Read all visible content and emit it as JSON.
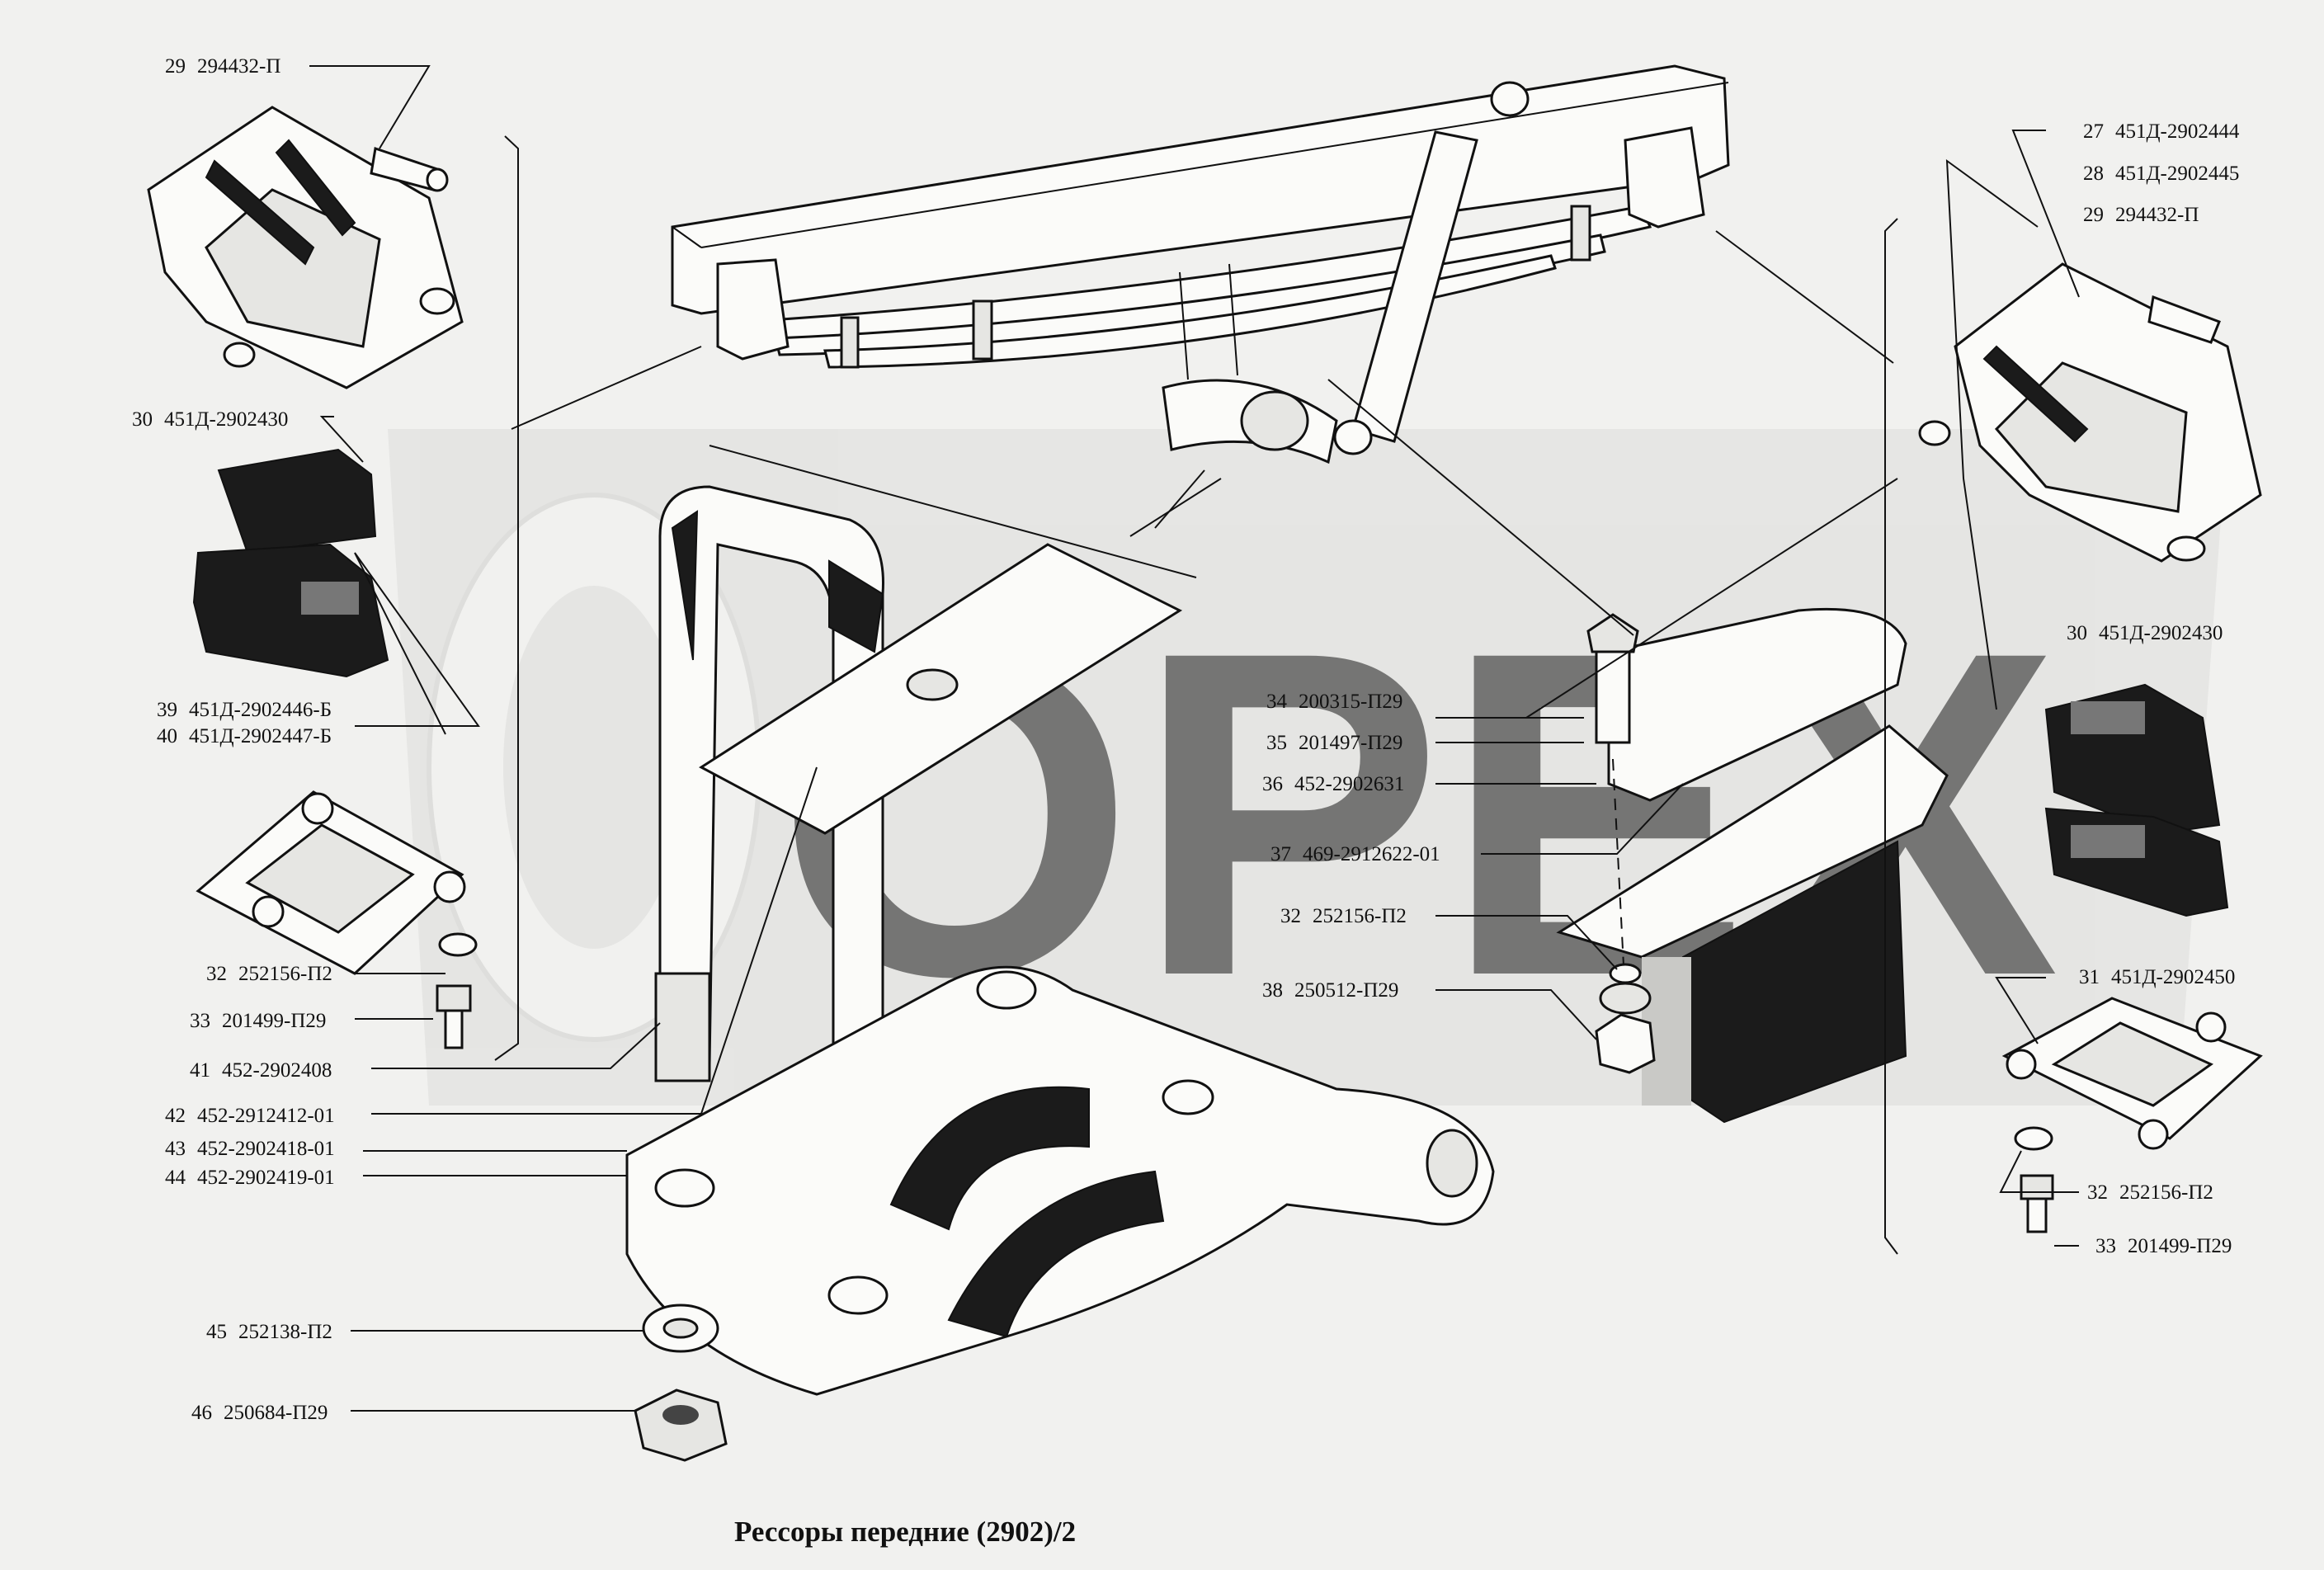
{
  "title": "Рессоры передние (2902)/2",
  "watermark": "OPEX",
  "callouts": [
    {
      "num": "29",
      "code": "294432-П"
    },
    {
      "num": "30",
      "code": "451Д-2902430"
    },
    {
      "num": "39",
      "code": "451Д-2902446-Б"
    },
    {
      "num": "40",
      "code": "451Д-2902447-Б"
    },
    {
      "num": "32",
      "code": "252156-П2"
    },
    {
      "num": "33",
      "code": "201499-П29"
    },
    {
      "num": "41",
      "code": "452-2902408"
    },
    {
      "num": "42",
      "code": "452-2912412-01"
    },
    {
      "num": "43",
      "code": "452-2902418-01"
    },
    {
      "num": "44",
      "code": "452-2902419-01"
    },
    {
      "num": "45",
      "code": "252138-П2"
    },
    {
      "num": "46",
      "code": "250684-П29"
    },
    {
      "num": "34",
      "code": "200315-П29"
    },
    {
      "num": "35",
      "code": "201497-П29"
    },
    {
      "num": "36",
      "code": "452-2902631"
    },
    {
      "num": "37",
      "code": "469-2912622-01"
    },
    {
      "num": "32",
      "code": "252156-П2"
    },
    {
      "num": "38",
      "code": "250512-П29"
    },
    {
      "num": "27",
      "code": "451Д-2902444"
    },
    {
      "num": "28",
      "code": "451Д-2902445"
    },
    {
      "num": "29",
      "code": "294432-П"
    },
    {
      "num": "30",
      "code": "451Д-2902430"
    },
    {
      "num": "31",
      "code": "451Д-2902450"
    },
    {
      "num": "32",
      "code": "252156-П2"
    },
    {
      "num": "33",
      "code": "201499-П29"
    }
  ]
}
